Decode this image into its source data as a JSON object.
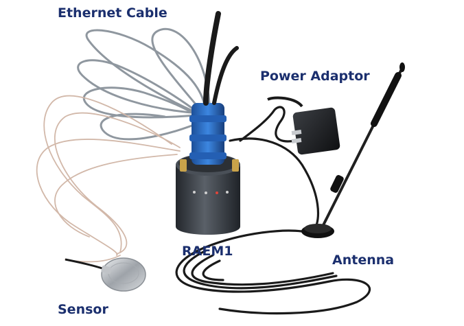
{
  "labels": {
    "ethernet_cable": "Ethernet Cable",
    "power_adaptor": "Power Adaptor",
    "raem1": "RAEM1",
    "antenna": "Antenna",
    "sensor": "Sensor"
  },
  "colors": {
    "label_text": "#1b2f6e",
    "ethernet_cable": "#8f979f",
    "sensor_cable": "#d2b8a9",
    "device_body": "#3b4047",
    "device_cap": "#2d6fc4",
    "black_cable": "#1a1a1a",
    "sensor_metal": "#b9bcc1"
  }
}
